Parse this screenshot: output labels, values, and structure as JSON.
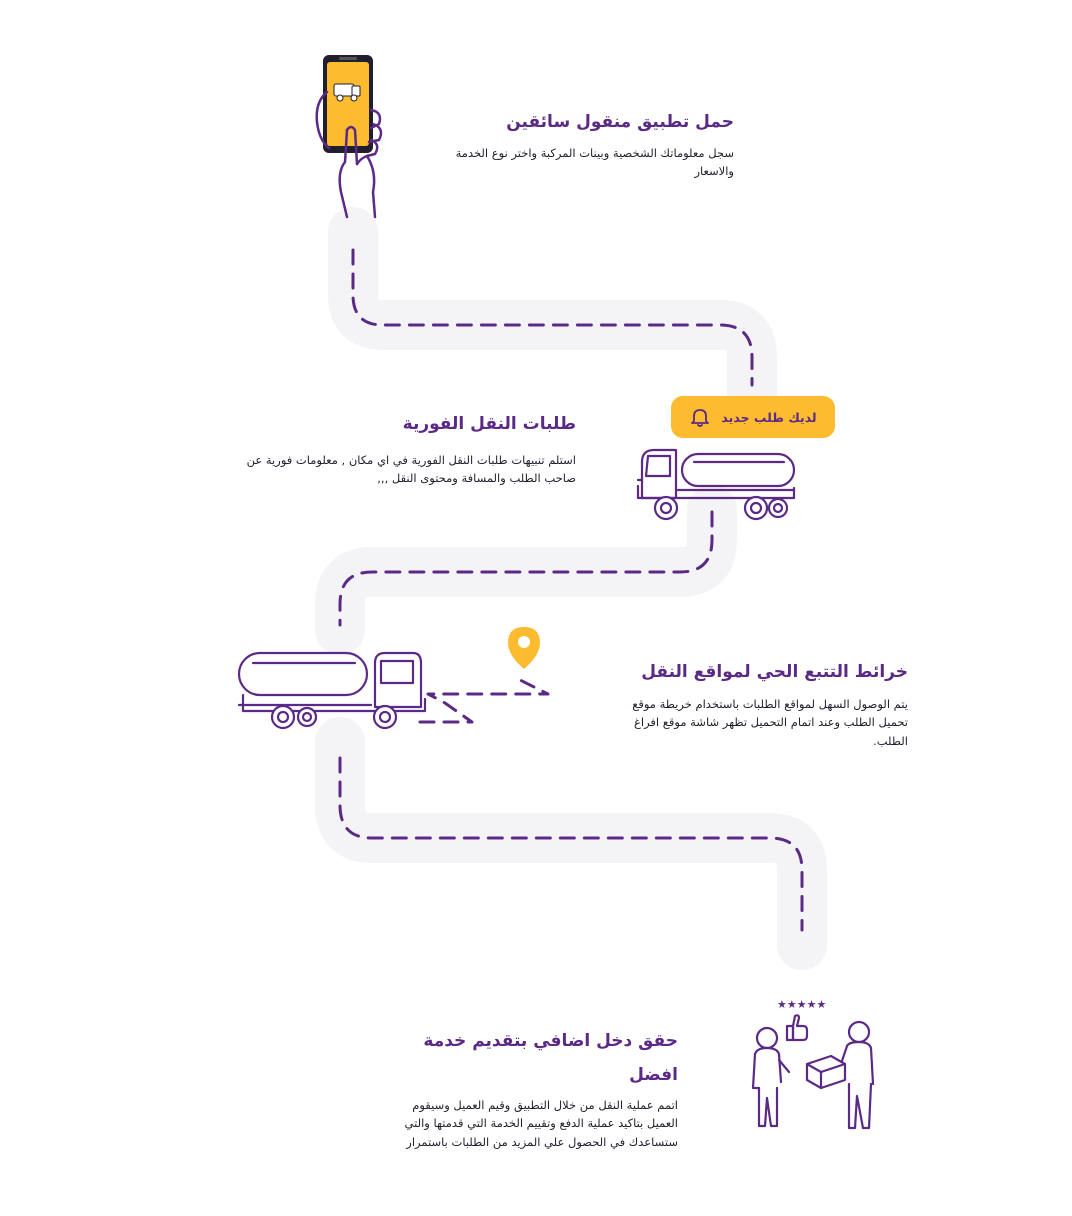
{
  "colors": {
    "accent": "#5b2a86",
    "highlight": "#fdbb30",
    "road": "#f4f4f7",
    "text": "#1f1f2e"
  },
  "notification": {
    "label": "لديك طلب جديد",
    "icon": "bell-icon"
  },
  "steps": [
    {
      "title": "حمل تطبيق منقول سائقين",
      "description": "سجل معلوماتك الشخصية وبينات المركبة واختر نوع الخدمة والاسعار",
      "illustration": "phone-in-hand-icon"
    },
    {
      "title": "طلبات النقل الفورية",
      "description": "استلم تنبيهات طلبات النقل الفورية في اي مكان , معلومات فورية عن صاحب الطلب والمسافة ومحتوى النقل ,,,",
      "illustration": "tanker-truck-icon"
    },
    {
      "title": "خرائط التتبع الحي لمواقع النقل",
      "description": "يتم الوصول السهل لمواقع الطلبات باستخدام خريطة موقع تحميل الطلب وعند اتمام التحميل تظهر شاشة موقع افراغ الطلب.",
      "illustration": "tanker-truck-map-pin-icon"
    },
    {
      "title": "حقق دخل اضافي بتقديم خدمة افضل",
      "description": "اتمم عملية النقل من خلال التطبيق وقيم العميل وسيقوم العميل بتاكيد عملية الدفع وتقييم الخدمة التي قدمتها والتي ستساعدك في الحصول علي المزيد من الطلبات باستمرار",
      "illustration": "delivery-rating-icon"
    }
  ]
}
